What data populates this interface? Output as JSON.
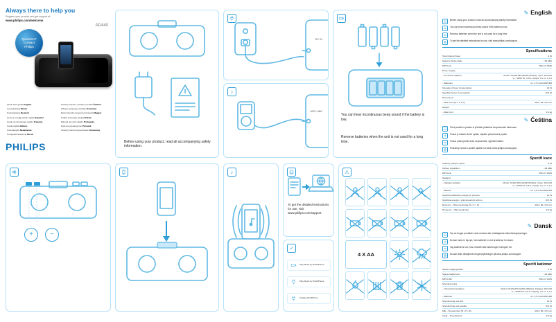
{
  "colors": {
    "accent": "#2f9fd8",
    "line_art": "#5fb8e4",
    "philips_blue": "#1274b8",
    "panel_border": "#b5e2f8"
  },
  "icons": {
    "note": "♪",
    "check": "✓",
    "warning": "⚠",
    "pencil": "✎",
    "plus": "+",
    "minus": "−"
  },
  "cover": {
    "tagline": "Always there to help you",
    "register_line1": "Register your product and get support at",
    "register_url": "www.philips.com/welcome",
    "model": "AD440",
    "badge": {
      "line1": "Question?",
      "line2": "Contact",
      "line3": "Philips"
    },
    "languages_left": [
      {
        "label": "Quick start guide",
        "lang": "English"
      },
      {
        "label": "Lynvejledning",
        "lang": "Dansk"
      },
      {
        "label": "Kurzanleitung",
        "lang": "Deutsch"
      },
      {
        "label": "Guía de configuración rápida",
        "lang": "Español"
      },
      {
        "label": "Guide de démarrage rapide",
        "lang": "Français"
      },
      {
        "label": "Guida rapida",
        "lang": "Italiano"
      },
      {
        "label": "Snelstartgids",
        "lang": "Nederlands"
      },
      {
        "label": "Hurtigstartveiledning",
        "lang": "Norsk"
      }
    ],
    "languages_right": [
      {
        "label": "Stručný návod k rychlému použití",
        "lang": "Čeština"
      },
      {
        "label": "Οδηγός γρήγορης έναρξης",
        "lang": "Ελληνικά"
      },
      {
        "label": "Rövid üzembe helyezési útmutató",
        "lang": "Magyar"
      },
      {
        "label": "Krótka instrukcja obsługi",
        "lang": "Polski"
      },
      {
        "label": "Manual de início rápido",
        "lang": "Português"
      },
      {
        "label": "Краткое руководство",
        "lang": "Русский"
      },
      {
        "label": "Stručný návod na používanie",
        "lang": "Slovensky"
      }
    ],
    "brand": "PHILIPS"
  },
  "panels": {
    "safety": {
      "caption": "Before using your product, read all accompanying safety information."
    },
    "power": {
      "dc_in": "DC IN"
    },
    "mp3link": {
      "label": "MP3-LINK"
    },
    "battery": {
      "caption1": "You can hear incontinuous beep sound if the battery is low.",
      "caption2": "Remove batteries when the unit is not used for a long time."
    },
    "support": {
      "caption": "To get the detailed instructions for use, visit www.philips.com/support."
    },
    "compat": {
      "rows": [
        {
          "icon": "batteries-icon",
          "ref": "#s-battery",
          "label": "Play Music by iPod/iPhone"
        },
        {
          "icon": "ac-plug-icon",
          "ref": "#s-plug",
          "label": "Play Music by iPod/iPhone"
        },
        {
          "icon": "ac-plug-icon",
          "ref": "#s-plug",
          "label": "Charge iPod/iPhone"
        }
      ]
    },
    "warning": {
      "aa_label": "4 X AA",
      "cells_a": [
        {
          "name": "no-children-icon",
          "ref": "#s-person"
        },
        {
          "name": "no-disassemble-icon",
          "ref": "#s-person"
        },
        {
          "name": "no-swallow-icon",
          "ref": "#s-person"
        },
        {
          "name": "no-hammer-icon",
          "ref": "#s-hammer"
        },
        {
          "name": "no-mixed-batteries-icon",
          "ref": "#s-battery"
        },
        {
          "name": "no-old-new-batteries-icon",
          "ref": "#s-battery"
        },
        {
          "name": "no-recharge-batteries-icon",
          "ref": "#s-battery"
        },
        {
          "name": "no-short-circuit-icon",
          "ref": "#s-battery"
        }
      ],
      "cells_b": [
        {
          "name": "no-sunlight-icon",
          "ref": "#s-sun"
        },
        {
          "name": "no-rain-icon",
          "ref": "#s-rain"
        },
        {
          "name": "no-fire-icon",
          "ref": "#s-fire"
        },
        {
          "name": "no-radiator-icon",
          "ref": "#s-radiator"
        },
        {
          "name": "no-trash-icon",
          "ref": "#s-bin"
        },
        {
          "name": "no-freezing-icon",
          "ref": "#s-snow"
        }
      ]
    }
  },
  "sections": [
    {
      "title": "English",
      "notes": [
        {
          "icon": "safety-info-icon",
          "ref": "#s-book",
          "text": "Before using your product, read all accompanying safety information."
        },
        {
          "icon": "beep-icon",
          "ref": "#s-speakerwave",
          "text": "You can hear incontinuous beep sound if the battery is low."
        },
        {
          "icon": "battery-note-icon",
          "ref": "#s-battery",
          "text": "Remove batteries when the unit is not used for a long time."
        },
        {
          "icon": "support-icon",
          "ref": "#s-globe",
          "text": "To get the detailed instructions for use, visit www.philips.com/support."
        }
      ],
      "spec_title": "Specifications",
      "specs": [
        {
          "k": "Total Output Power",
          "v": "4 W"
        },
        {
          "k": "Signal to Noise Ratio",
          "v": ">62 dBA"
        },
        {
          "k": "MP3 Link",
          "v": "650 mV RMS"
        },
        {
          "k": "Power supply",
          "v": ""
        },
        {
          "k": "– AC Power Adapter",
          "v": "Model: AS190-090-AE190 (Philips); Input: 100-240 V~, 50/60 Hz, 0.5 A; Output: 9 V == 1.1 A"
        },
        {
          "k": "– Batteries",
          "v": "4 x 1.5 V AA/LR6/UM3"
        },
        {
          "k": "Operation Power Consumption",
          "v": "10 W"
        },
        {
          "k": "Standby Power Consumption",
          "v": "<0.5 W"
        },
        {
          "k": "Dimensions",
          "v": ""
        },
        {
          "k": "– Main Unit (W x H x D)",
          "v": "260 x 99 x 99 mm"
        },
        {
          "k": "Weight",
          "v": ""
        },
        {
          "k": "– Main Unit",
          "v": "0.9 kg"
        }
      ]
    },
    {
      "title": "Čeština",
      "notes": [
        {
          "icon": "safety-info-icon",
          "ref": "#s-book",
          "text": "Před použitím výrobku si přečtěte přibalené bezpečnostní informace."
        },
        {
          "icon": "beep-icon",
          "ref": "#s-speakerwave",
          "text": "Pokud je baterie téměř vybitá, uslyšíte přerušované pípání."
        },
        {
          "icon": "battery-note-icon",
          "ref": "#s-battery",
          "text": "Pokud přístroj delší dobu nepoužíváte, vyjměte baterie."
        },
        {
          "icon": "support-icon",
          "ref": "#s-globe",
          "text": "Podrobný návod k použití najdete na webu www.philips.com/support."
        }
      ],
      "spec_title": "Specifi kace",
      "specs": [
        {
          "k": "Celkový výstupní výkon",
          "v": "4 W"
        },
        {
          "k": "Odstup signál/šum",
          "v": ">62 dBA"
        },
        {
          "k": "MP3 Link",
          "v": "650 mV RMS"
        },
        {
          "k": "Napájení",
          "v": ""
        },
        {
          "k": "– Napájecí adaptér",
          "v": "Model: AS190-090-AE190 (Philips); Vstup: 100-240 V~, 50/60 Hz, 0,5 A; Výstup: 9 V == 1,1 A"
        },
        {
          "k": "– Baterie",
          "v": "4 x 1,5 V AA/LR6/UM3"
        },
        {
          "k": "Spotřeba elektrické energie při provozu",
          "v": "10 W"
        },
        {
          "k": "Spotřeba energie v pohotovostním režimu",
          "v": "<0,5 W"
        },
        {
          "k": "Rozměry – Hlavní jednotka (Š x V x H)",
          "v": "260 x 99 x 99 mm"
        },
        {
          "k": "Hmotnost – Hlavní jednotka",
          "v": "0,9 kg"
        }
      ]
    },
    {
      "title": "Dansk",
      "notes": [
        {
          "icon": "safety-info-icon",
          "ref": "#s-book",
          "text": "Før du bruger produktet, skal du læse alle medfølgende sikkerhedsoplysninger."
        },
        {
          "icon": "beep-icon",
          "ref": "#s-speakerwave",
          "text": "Du kan høre en bip-lyd, hvis batteriet er ved at løbe tør for strøm."
        },
        {
          "icon": "battery-note-icon",
          "ref": "#s-battery",
          "text": "Tag batterierne ud, hvis enheden ikke skal bruges i længere tid."
        },
        {
          "icon": "support-icon",
          "ref": "#s-globe",
          "text": "Du kan finde detaljerede brugervejledninger på www.philips.com/support."
        }
      ],
      "spec_title": "Specifi kationer",
      "specs": [
        {
          "k": "Samlet udgangseffekt",
          "v": "4 W"
        },
        {
          "k": "Signal-/støjforhold",
          "v": ">62 dBA"
        },
        {
          "k": "MP3 LINK",
          "v": "650 mV RMS"
        },
        {
          "k": "Strømforsyning",
          "v": ""
        },
        {
          "k": "– Vekselstrømsadapter",
          "v": "Model: AS190-090-AE190 (Philips); Indgang: 100-240 V~, 50/60 Hz, 0,5 A; Udgang: 9 V == 1,1 A"
        },
        {
          "k": "– Batterier",
          "v": "4 x 1,5 V AA/LR6/UM3"
        },
        {
          "k": "Strømforbrug ved drift",
          "v": "10 W"
        },
        {
          "k": "Strømforbrug ved standby",
          "v": "<0,5 W"
        },
        {
          "k": "Mål – Hovedenhed (B x H x D)",
          "v": "260 x 99 x 99 mm"
        },
        {
          "k": "Vægt – Hovedenhed",
          "v": "0,9 kg"
        }
      ]
    }
  ]
}
